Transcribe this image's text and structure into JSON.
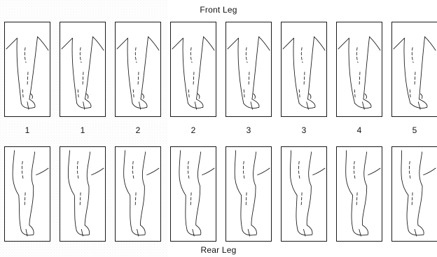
{
  "front_label": "Front Leg",
  "rear_label": "Rear Leg",
  "scores": [
    "1",
    "1",
    "2",
    "2",
    "3",
    "3",
    "4",
    "5"
  ]
}
